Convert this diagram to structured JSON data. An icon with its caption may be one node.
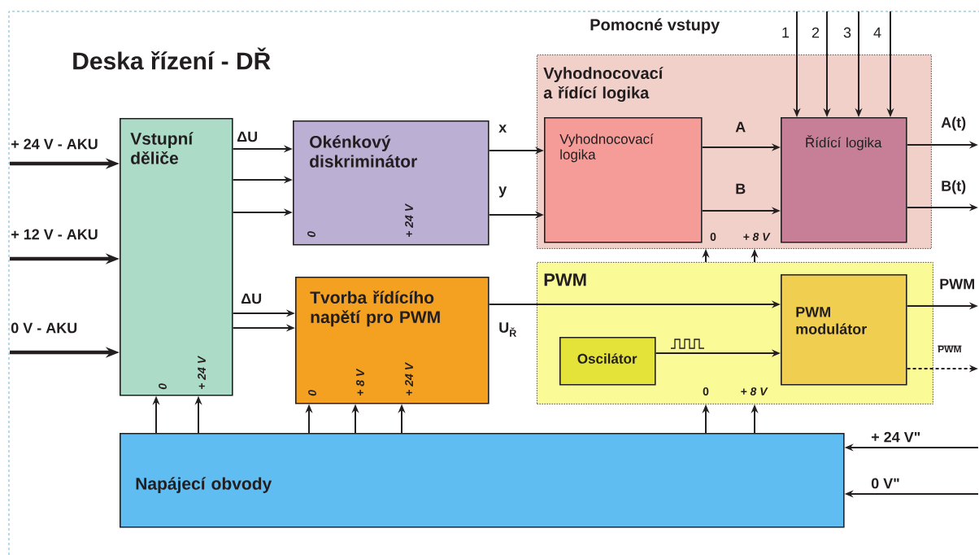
{
  "diagram": {
    "title": "Deska řízení - DŘ",
    "nodes": [
      {
        "text": [
          "Vstupní děliče"
        ]
      },
      {
        "text": [
          "Okénkový diskriminátor"
        ]
      },
      {
        "text": [
          "Tvorba řídícího napětí pro PWM"
        ]
      },
      {
        "text": [
          "Vyhodnocovací a řídící logika"
        ]
      },
      {
        "text": [
          "Vyhodnocovací logika"
        ],
        "in": 3
      },
      {
        "text": [
          "Řídící logika"
        ],
        "in": 3
      },
      {
        "text": [
          "PWM"
        ]
      },
      {
        "text": [
          "Oscilátor"
        ],
        "in": 6
      },
      {
        "text": [
          "PWM modulátor"
        ],
        "in": 6
      },
      {
        "text": [
          "Napájecí obvody"
        ]
      }
    ],
    "edges": [
      {
        "from": null,
        "to": 0,
        "arrow": "to",
        "label": "+ 24 V - AKU",
        "style": "thick"
      },
      {
        "from": null,
        "to": 0,
        "arrow": "to",
        "label": "+ 12 V - AKU",
        "style": "thick"
      },
      {
        "from": null,
        "to": 0,
        "arrow": "to",
        "label": "0 V - AKU",
        "style": "thick"
      },
      {
        "from": 0,
        "to": 1,
        "arrow": "to",
        "label": "ΔU"
      },
      {
        "from": 0,
        "to": 1,
        "arrow": "to"
      },
      {
        "from": 0,
        "to": 1,
        "arrow": "to"
      },
      {
        "from": 0,
        "to": 2,
        "arrow": "to",
        "label": "ΔU"
      },
      {
        "from": 0,
        "to": 2,
        "arrow": "to"
      },
      {
        "from": 1,
        "to": 4,
        "arrow": "to",
        "label": "x"
      },
      {
        "from": 1,
        "to": 4,
        "arrow": "to",
        "label": "y"
      },
      {
        "from": 4,
        "to": 5,
        "arrow": "to",
        "label": "A"
      },
      {
        "from": 4,
        "to": 5,
        "arrow": "to",
        "label": "B"
      },
      {
        "from": null,
        "to": 5,
        "arrow": "to",
        "label": "1"
      },
      {
        "from": null,
        "to": 5,
        "arrow": "to",
        "label": "2"
      },
      {
        "from": null,
        "to": 5,
        "arrow": "to",
        "label": "3"
      },
      {
        "from": null,
        "to": 5,
        "arrow": "to",
        "label": "4"
      },
      {
        "from": 5,
        "to": null,
        "arrow": "to",
        "label": "A(t)"
      },
      {
        "from": 5,
        "to": null,
        "arrow": "to",
        "label": "B(t)"
      },
      {
        "from": 2,
        "to": 8,
        "arrow": "to",
        "label": "U$_{Ř}$"
      },
      {
        "from": 7,
        "to": 8,
        "arrow": "to"
      },
      {
        "from": 8,
        "to": null,
        "arrow": "to",
        "label": "PWM"
      },
      {
        "from": 8,
        "to": null,
        "arrow": "to",
        "label": "PWM",
        "style": "dashed"
      },
      {
        "from": 9,
        "to": 0,
        "arrow": "to"
      },
      {
        "from": 9,
        "to": 0,
        "arrow": "to"
      },
      {
        "from": 9,
        "to": 2,
        "arrow": "to"
      },
      {
        "from": 9,
        "to": 2,
        "arrow": "to"
      },
      {
        "from": 9,
        "to": 2,
        "arrow": "to"
      },
      {
        "from": 9,
        "to": 6,
        "arrow": "to"
      },
      {
        "from": 9,
        "to": 6,
        "arrow": "to"
      },
      {
        "from": 6,
        "to": 3,
        "arrow": "to"
      },
      {
        "from": 6,
        "to": 3,
        "arrow": "to"
      },
      {
        "from": null,
        "to": 9,
        "arrow": "to",
        "label": "+ 24 V\""
      },
      {
        "from": null,
        "to": 9,
        "arrow": "to",
        "label": "0 V\""
      }
    ],
    "labels": [
      "Pomocné vstupy",
      "0",
      "+ 24 V",
      "0",
      "+ 8 V",
      "0",
      "+ 24 V",
      "0",
      "+ 8 V",
      "+ 24 V",
      "0",
      "+ 8 V"
    ]
  }
}
